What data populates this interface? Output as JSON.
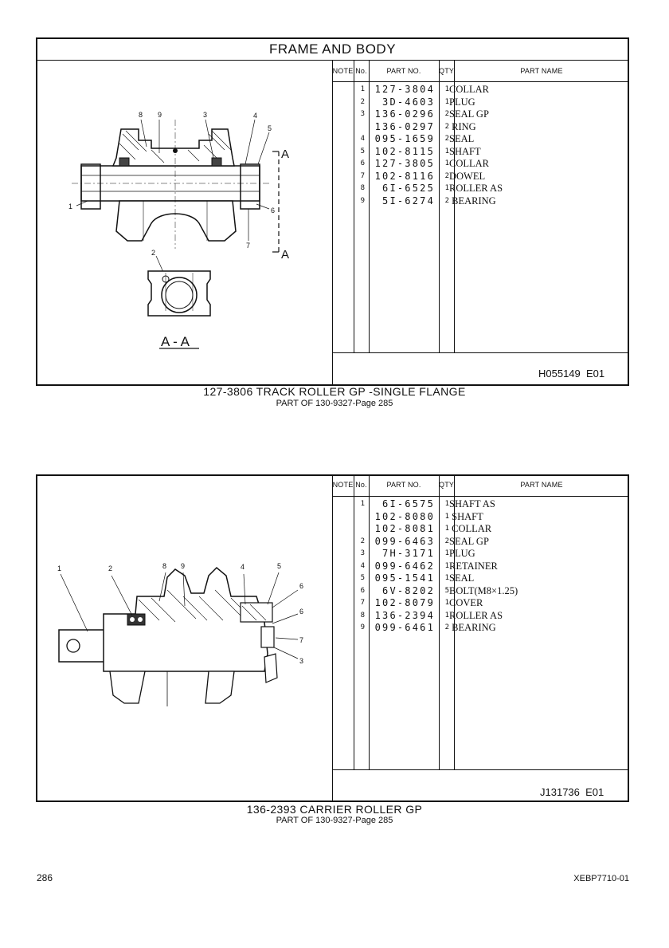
{
  "section1": {
    "title": "FRAME AND BODY",
    "headers": {
      "note": "NOTE",
      "no": "No.",
      "part_no": "PART NO.",
      "qty": "QTY",
      "part_name": "PART NAME"
    },
    "rows": [
      {
        "no": "1",
        "part_no": "127-3804",
        "qty": "1",
        "name": "COLLAR"
      },
      {
        "no": "2",
        "part_no": "3D-4603",
        "qty": "1",
        "name": "PLUG"
      },
      {
        "no": "3",
        "part_no": "136-0296",
        "qty": "2",
        "name": "SEAL GP"
      },
      {
        "no": "",
        "part_no": "136-0297",
        "qty": "2",
        "name": " RING"
      },
      {
        "no": "4",
        "part_no": "095-1659",
        "qty": "2",
        "name": "SEAL"
      },
      {
        "no": "5",
        "part_no": "102-8115",
        "qty": "1",
        "name": "SHAFT"
      },
      {
        "no": "6",
        "part_no": "127-3805",
        "qty": "1",
        "name": "COLLAR"
      },
      {
        "no": "7",
        "part_no": "102-8116",
        "qty": "2",
        "name": "DOWEL"
      },
      {
        "no": "8",
        "part_no": "6I-6525",
        "qty": "1",
        "name": "ROLLER AS"
      },
      {
        "no": "9",
        "part_no": "5I-6274",
        "qty": "2",
        "name": " BEARING"
      }
    ],
    "illustration_ref": "H055149  E01",
    "view_label": "A - A",
    "section_letter": "A",
    "callouts": [
      "1",
      "2",
      "3",
      "4",
      "5",
      "6",
      "7",
      "8",
      "9"
    ],
    "caption": "127-3806 TRACK ROLLER GP -SINGLE FLANGE",
    "subcaption": "PART OF 130-9327-Page 285"
  },
  "section2": {
    "headers": {
      "note": "NOTE",
      "no": "No.",
      "part_no": "PART NO.",
      "qty": "QTY",
      "part_name": "PART NAME"
    },
    "rows": [
      {
        "no": "1",
        "part_no": "6I-6575",
        "qty": "1",
        "name": "SHAFT AS"
      },
      {
        "no": "",
        "part_no": "102-8080",
        "qty": "1",
        "name": " SHAFT"
      },
      {
        "no": "",
        "part_no": "102-8081",
        "qty": "1",
        "name": " COLLAR"
      },
      {
        "no": "2",
        "part_no": "099-6463",
        "qty": "2",
        "name": "SEAL GP"
      },
      {
        "no": "3",
        "part_no": "7H-3171",
        "qty": "1",
        "name": "PLUG"
      },
      {
        "no": "4",
        "part_no": "099-6462",
        "qty": "1",
        "name": "RETAINER"
      },
      {
        "no": "5",
        "part_no": "095-1541",
        "qty": "1",
        "name": "SEAL"
      },
      {
        "no": "6",
        "part_no": "6V-8202",
        "qty": "5",
        "name": "BOLT(M8×1.25)"
      },
      {
        "no": "7",
        "part_no": "102-8079",
        "qty": "1",
        "name": "COVER"
      },
      {
        "no": "8",
        "part_no": "136-2394",
        "qty": "1",
        "name": "ROLLER AS"
      },
      {
        "no": "9",
        "part_no": "099-6461",
        "qty": "2",
        "name": " BEARING"
      }
    ],
    "illustration_ref": "J131736  E01",
    "callouts": [
      "1",
      "2",
      "8",
      "9",
      "4",
      "5",
      "6",
      "6",
      "7",
      "3"
    ],
    "caption": "136-2393 CARRIER ROLLER GP",
    "subcaption": "PART OF 130-9327-Page 285"
  },
  "footer": {
    "page_number": "286",
    "doc_code": "XEBP7710-01"
  }
}
